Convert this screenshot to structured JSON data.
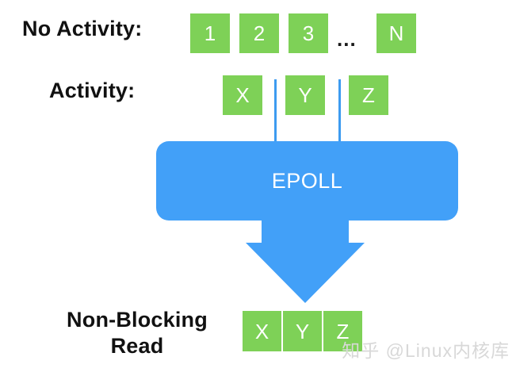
{
  "diagram": {
    "title": "EPOLL non-blocking read flow",
    "colors": {
      "green": "#7ED157",
      "blue": "#42A0F8",
      "line_blue": "#3D9BF0",
      "text_dark": "#111111",
      "text_light": "#FFFFFF",
      "watermark": "#D8D8D8",
      "background": "#FFFFFF"
    },
    "rows": {
      "no_activity": {
        "label": "No Activity:",
        "cells": [
          "1",
          "2",
          "3",
          "N"
        ],
        "ellipsis": "..."
      },
      "activity": {
        "label": "Activity:",
        "cells": [
          "X",
          "Y",
          "Z"
        ]
      },
      "non_blocking": {
        "label": "Non-Blocking\nRead",
        "label_line1": "Non-Blocking",
        "label_line2": "Read",
        "cells": [
          "X",
          "Y",
          "Z"
        ]
      }
    },
    "epoll": {
      "label": "EPOLL"
    },
    "arrow": {
      "direction": "down"
    }
  },
  "watermark": {
    "text": "知乎 @Linux内核库"
  }
}
